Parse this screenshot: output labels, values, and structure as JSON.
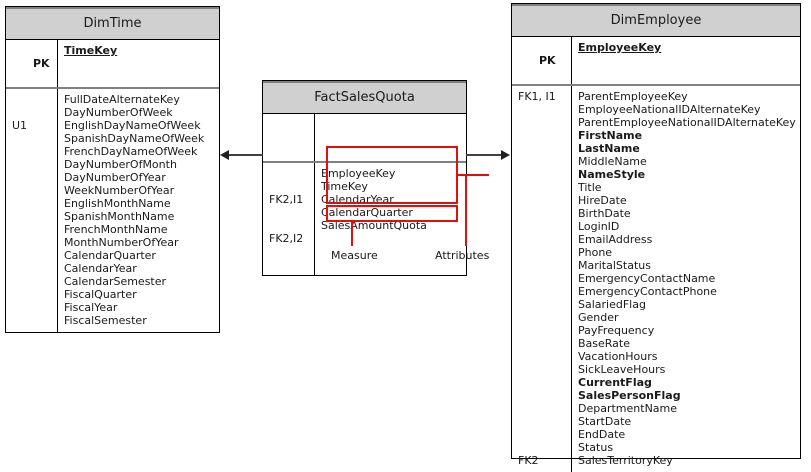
{
  "diagram": {
    "type": "entity-relationship-star-schema",
    "colors": {
      "header_fill": "#d0d0d0",
      "border": "#000000",
      "connector": "#404040",
      "annotation": "#e01010"
    }
  },
  "tables": {
    "dim_time": {
      "title": "DimTime",
      "pk_label": "PK",
      "pk_field": "TimeKey",
      "key_lines": [
        "U1"
      ],
      "fields": [
        {
          "name": "FullDateAlternateKey",
          "bold": false
        },
        {
          "name": "DayNumberOfWeek",
          "bold": false
        },
        {
          "name": "EnglishDayNameOfWeek",
          "bold": false
        },
        {
          "name": "SpanishDayNameOfWeek",
          "bold": false
        },
        {
          "name": "FrenchDayNameOfWeek",
          "bold": false
        },
        {
          "name": "DayNumberOfMonth",
          "bold": false
        },
        {
          "name": "DayNumberOfYear",
          "bold": false
        },
        {
          "name": "WeekNumberOfYear",
          "bold": false
        },
        {
          "name": "EnglishMonthName",
          "bold": false
        },
        {
          "name": "SpanishMonthName",
          "bold": false
        },
        {
          "name": "FrenchMonthName",
          "bold": false
        },
        {
          "name": "MonthNumberOfYear",
          "bold": false
        },
        {
          "name": "CalendarQuarter",
          "bold": false
        },
        {
          "name": "CalendarYear",
          "bold": false
        },
        {
          "name": "CalendarSemester",
          "bold": false
        },
        {
          "name": "FiscalQuarter",
          "bold": false
        },
        {
          "name": "FiscalYear",
          "bold": false
        },
        {
          "name": "FiscalSemester",
          "bold": false
        }
      ]
    },
    "fact_sales_quota": {
      "title": "FactSalesQuota",
      "pk_label": "",
      "pk_field": "",
      "key_lines": [
        "FK2,I1",
        "FK2,I2"
      ],
      "fields": [
        {
          "name": "EmployeeKey",
          "bold": false
        },
        {
          "name": "TimeKey",
          "bold": false
        },
        {
          "name": "CalendarYear",
          "bold": false
        },
        {
          "name": "CalendarQuarter",
          "bold": false
        },
        {
          "name": "SalesAmountQuota",
          "bold": false
        }
      ]
    },
    "dim_employee": {
      "title": "DimEmployee",
      "pk_label": "PK",
      "pk_field": "EmployeeKey",
      "key_lines": [
        "FK1, I1"
      ],
      "fk2_label": "FK2",
      "fields": [
        {
          "name": "ParentEmployeeKey",
          "bold": false
        },
        {
          "name": "EmployeeNationalIDAlternateKey",
          "bold": false
        },
        {
          "name": "ParentEmployeeNationalIDAlternateKey",
          "bold": false
        },
        {
          "name": "FirstName",
          "bold": true
        },
        {
          "name": "LastName",
          "bold": true
        },
        {
          "name": "MiddleName",
          "bold": false
        },
        {
          "name": "NameStyle",
          "bold": true
        },
        {
          "name": "Title",
          "bold": false
        },
        {
          "name": "HireDate",
          "bold": false
        },
        {
          "name": "BirthDate",
          "bold": false
        },
        {
          "name": "LoginID",
          "bold": false
        },
        {
          "name": "EmailAddress",
          "bold": false
        },
        {
          "name": "Phone",
          "bold": false
        },
        {
          "name": "MaritalStatus",
          "bold": false
        },
        {
          "name": "EmergencyContactName",
          "bold": false
        },
        {
          "name": "EmergencyContactPhone",
          "bold": false
        },
        {
          "name": "SalariedFlag",
          "bold": false
        },
        {
          "name": "Gender",
          "bold": false
        },
        {
          "name": "PayFrequency",
          "bold": false
        },
        {
          "name": "BaseRate",
          "bold": false
        },
        {
          "name": "VacationHours",
          "bold": false
        },
        {
          "name": "SickLeaveHours",
          "bold": false
        },
        {
          "name": "CurrentFlag",
          "bold": true
        },
        {
          "name": "SalesPersonFlag",
          "bold": true
        },
        {
          "name": "DepartmentName",
          "bold": false
        },
        {
          "name": "StartDate",
          "bold": false
        },
        {
          "name": "EndDate",
          "bold": false
        },
        {
          "name": "Status",
          "bold": false
        },
        {
          "name": "SalesTerritoryKey",
          "bold": false
        }
      ]
    }
  },
  "annotations": {
    "measure": "Measure",
    "attributes": "Attributes"
  }
}
